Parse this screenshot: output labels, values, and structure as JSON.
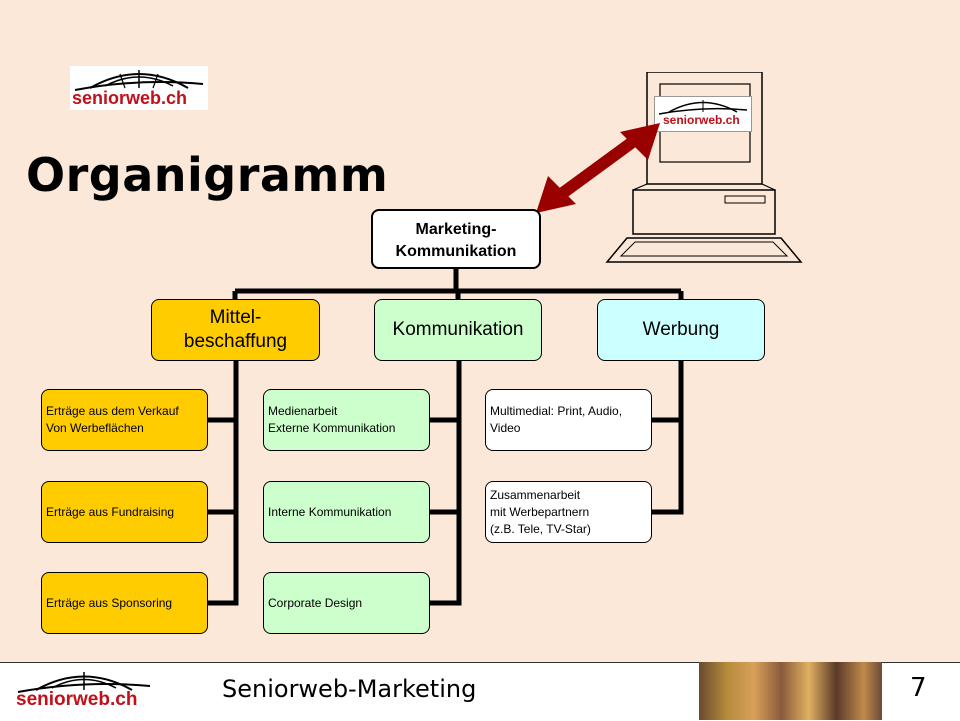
{
  "slide": {
    "title": "Organigramm",
    "logo_text": "seniorweb.ch",
    "monitor_logo_text": "seniorweb.ch"
  },
  "org": {
    "root": "Marketing-\nKommunikation",
    "categories": [
      {
        "label": "Mittel-\nbeschaffung",
        "color": "#ffcc00",
        "items": [
          "Erträge aus dem Verkauf\nVon Werbeflächen",
          "Erträge aus Fundraising",
          "Erträge aus Sponsoring"
        ]
      },
      {
        "label": "Kommunikation",
        "color": "#ccffcc",
        "items": [
          "Medienarbeit\nExterne Kommunikation",
          "Interne Kommunikation",
          "Corporate Design"
        ]
      },
      {
        "label": "Werbung",
        "color": "#ccffff",
        "items": [
          "Multimedial: Print, Audio,\nVideo",
          "Zusammenarbeit\nmit Werbepartnern\n(z.B. Tele, TV-Star)"
        ]
      }
    ]
  },
  "footer": {
    "logo_text": "seniorweb.ch",
    "title": "Seniorweb-Marketing",
    "page_number": "7"
  },
  "colors": {
    "background": "#fbe8d9",
    "arrow": "#990000",
    "logo_red": "#c0101a"
  }
}
